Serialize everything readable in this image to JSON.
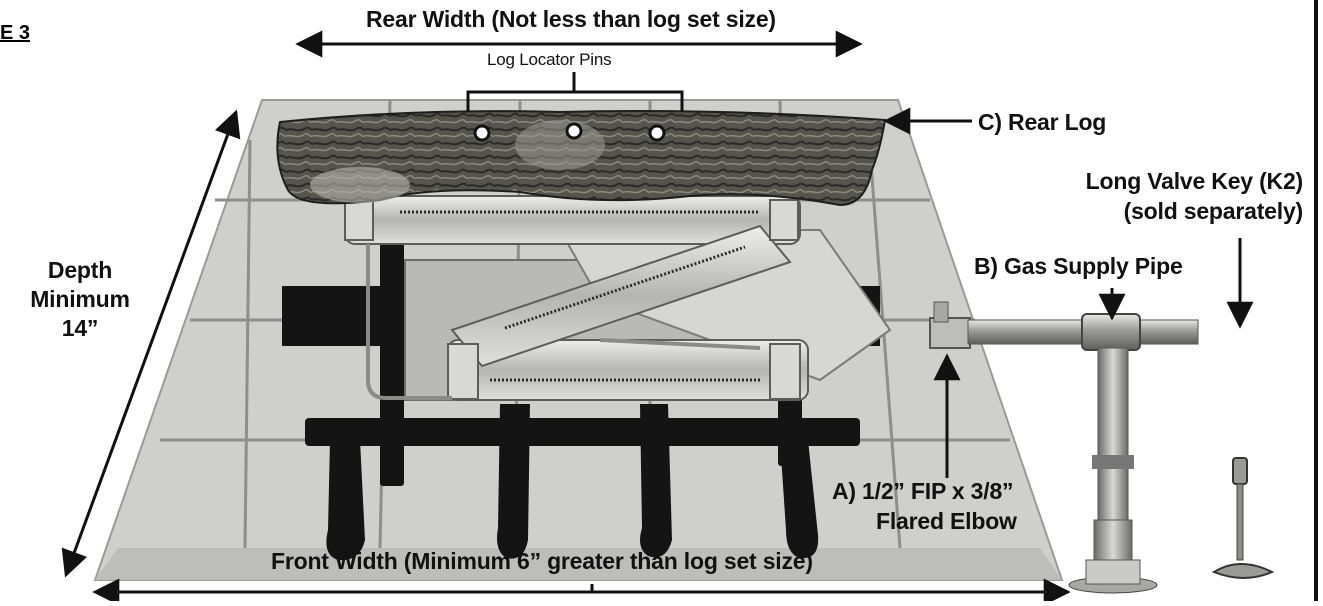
{
  "figure_label": "E 3",
  "labels": {
    "rear_width": "Rear Width (Not less than log set size)",
    "log_locator_pins": "Log Locator Pins",
    "rear_log": "C) Rear Log",
    "long_valve_key_1": "Long Valve Key (K2)",
    "long_valve_key_2": "(sold separately)",
    "gas_supply_pipe": "B) Gas Supply Pipe",
    "depth_1": "Depth",
    "depth_2": "Minimum",
    "depth_3": "14”",
    "elbow_1": "A) 1/2” FIP x 3/8”",
    "elbow_2": "Flared Elbow",
    "front_width": "Front Width (Minimum 6” greater than log set size)"
  },
  "colors": {
    "floor": "#cfcfcc",
    "tile_line": "#8e8e8a",
    "log": "#4a4a44",
    "grate": "#141414",
    "burner": "#b8b8b4",
    "pipe": "#9a9a96"
  }
}
